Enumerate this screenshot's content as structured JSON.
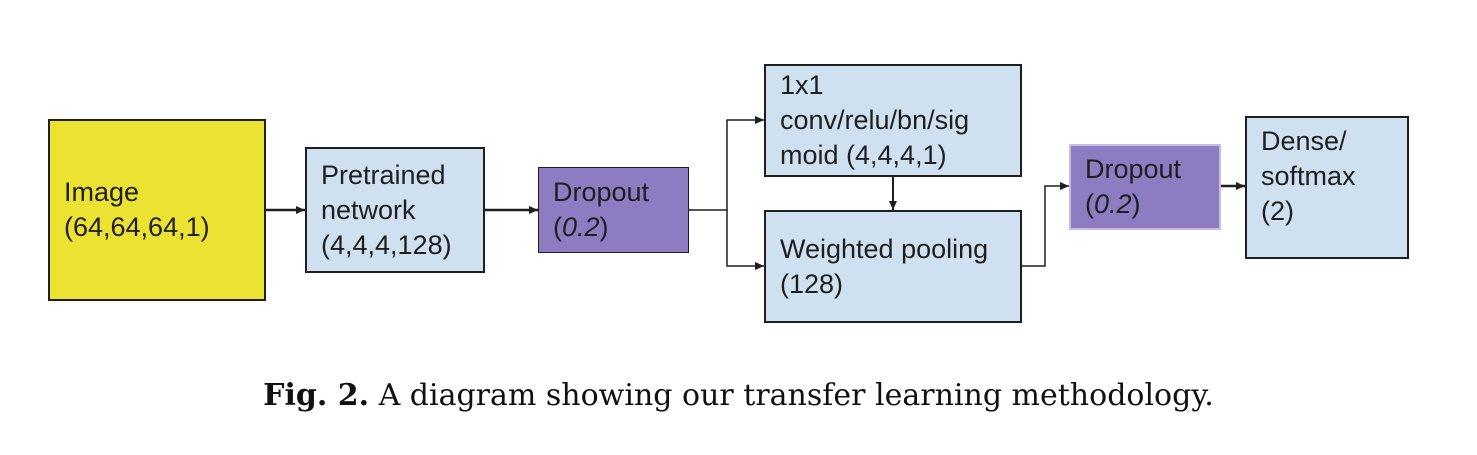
{
  "nodes": {
    "image": {
      "line1": "Image",
      "line2": "(64,64,64,1)"
    },
    "pretrained": {
      "line1": "Pretrained",
      "line2": "network",
      "line3": "(4,4,4,128)"
    },
    "dropout1": {
      "line1": "Dropout",
      "open": "(",
      "value": "0.2",
      "close": ")"
    },
    "conv": {
      "line1": "1x1",
      "line2": "conv/relu/bn/sig",
      "line3": "moid (4,4,4,1)"
    },
    "pooling": {
      "line1": "Weighted pooling",
      "line2": "(128)"
    },
    "dropout2": {
      "line1": "Dropout",
      "open": "(",
      "value": "0.2",
      "close": ")"
    },
    "dense": {
      "line1": "Dense/",
      "line2": "softmax",
      "line3": "(2)"
    }
  },
  "caption": {
    "label": "Fig. 2.",
    "text": "A diagram showing our transfer learning methodology."
  },
  "colors": {
    "image": "#ece232",
    "blue": "#cfe0f1",
    "purple": "#8e7cc3",
    "line": "#1f1f1f"
  }
}
